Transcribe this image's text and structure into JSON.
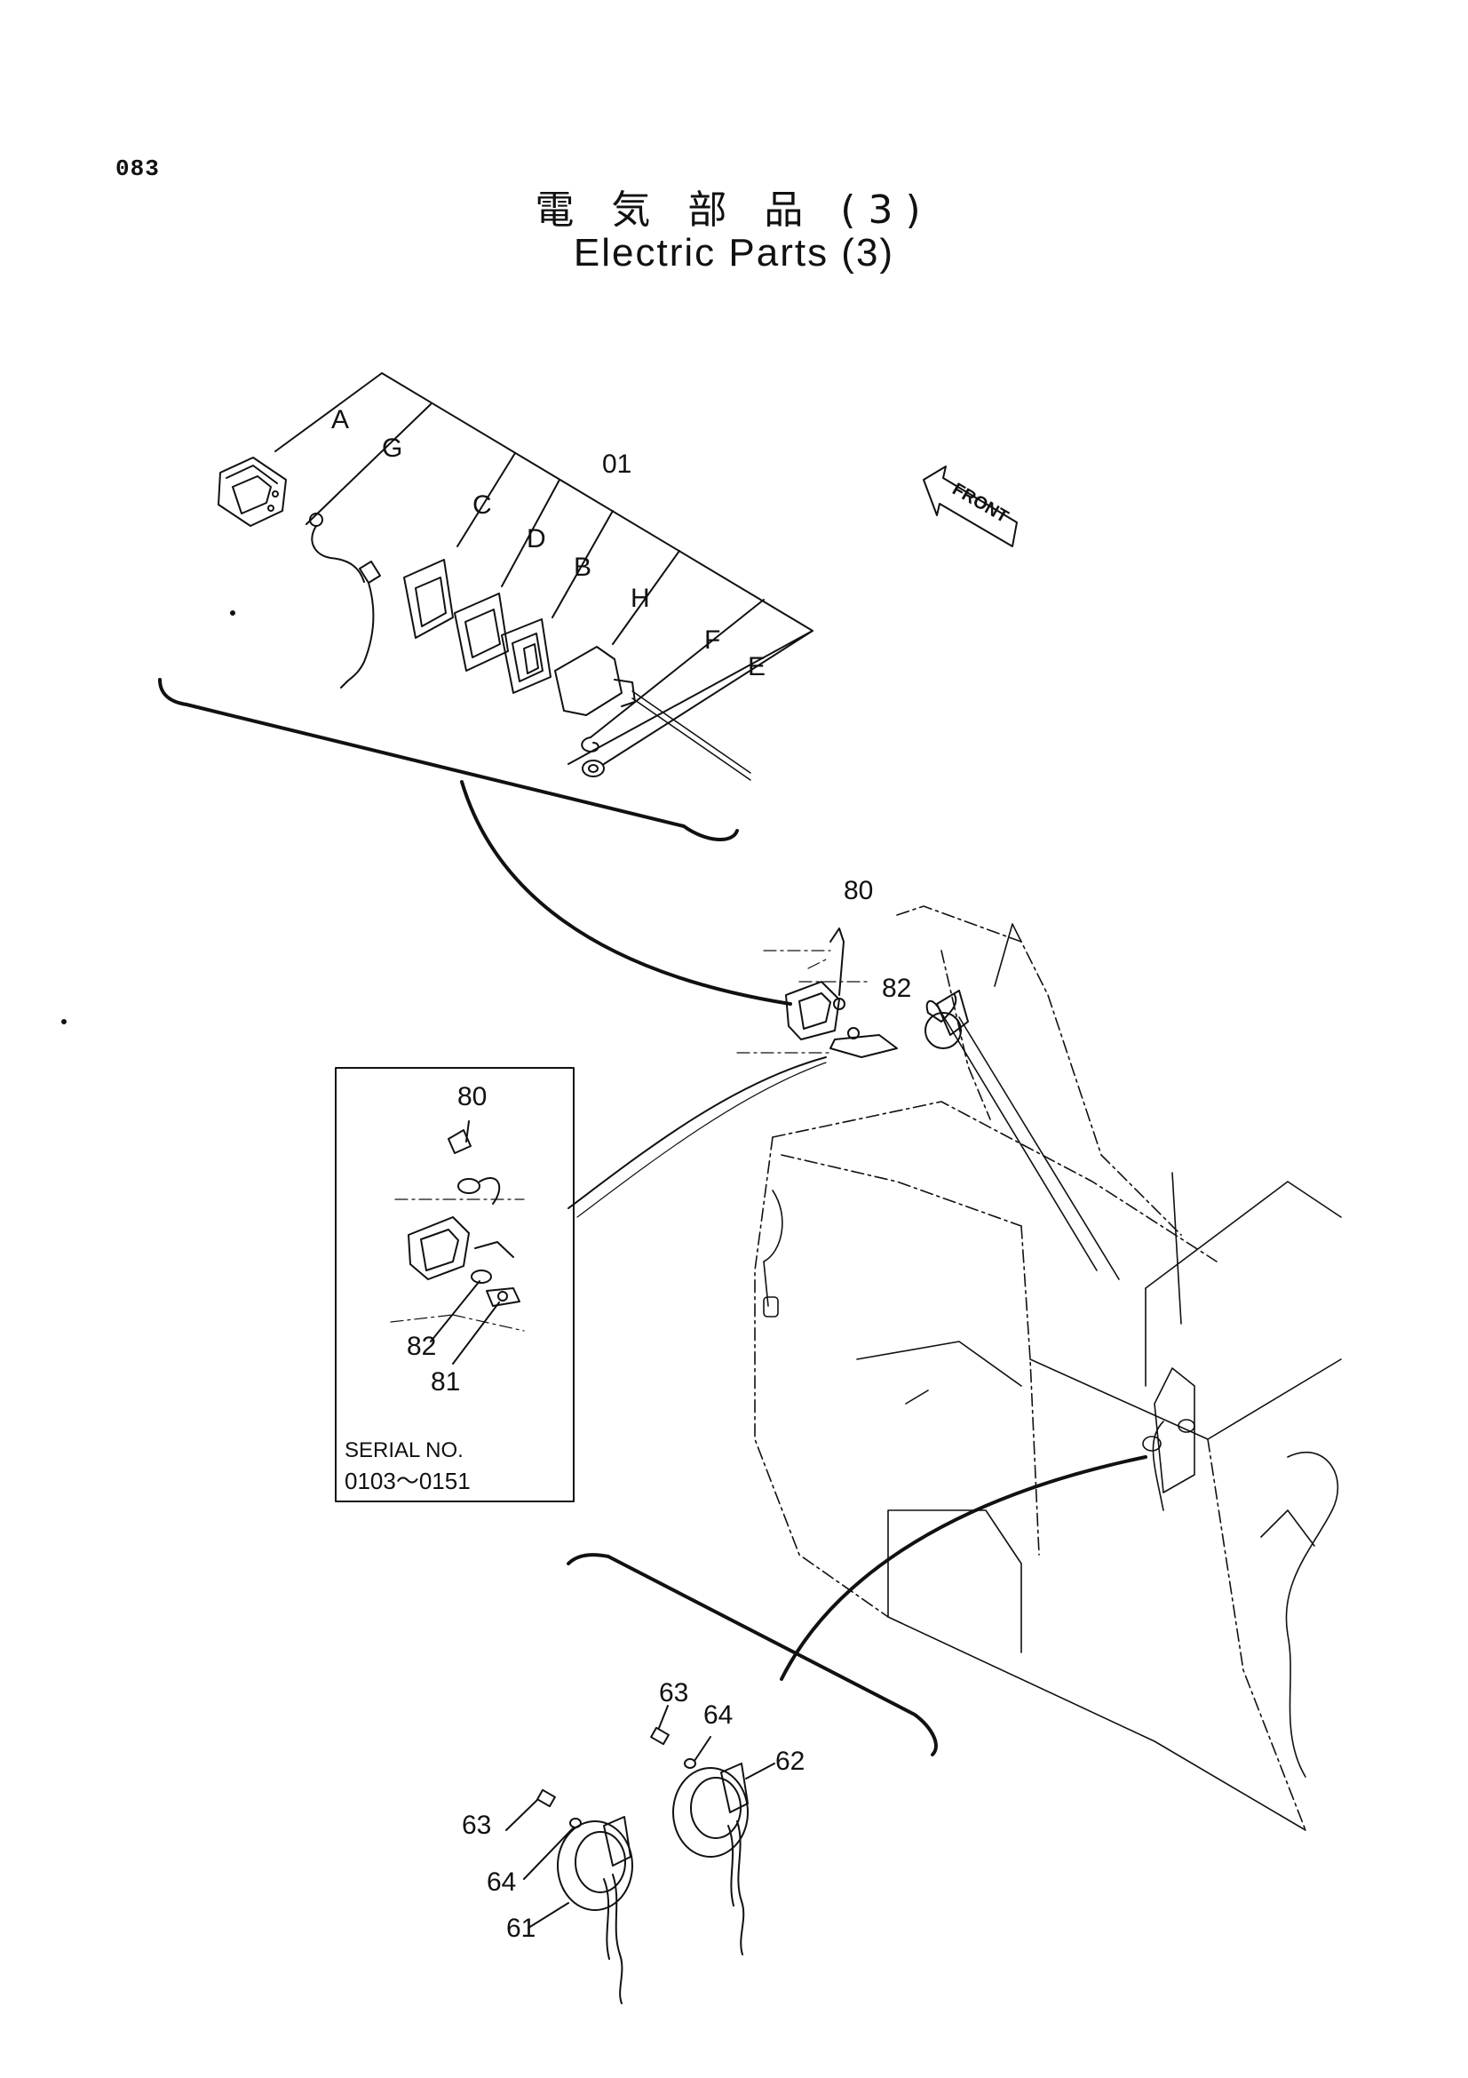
{
  "page": {
    "number": "083"
  },
  "title": {
    "japanese": "電 気 部 品  (3)",
    "english": "Electric Parts (3)"
  },
  "front_arrow": {
    "label": "FRONT",
    "icon": "front-direction-arrow-icon"
  },
  "lamp_assembly_labels": {
    "assembly": "01",
    "a": "A",
    "g": "G",
    "c": "C",
    "d": "D",
    "b": "B",
    "h": "H",
    "f": "F",
    "e": "E"
  },
  "main_labels": {
    "p80": "80",
    "p82": "82"
  },
  "inset": {
    "p80": "80",
    "p82": "82",
    "p81": "81",
    "serial_label": "SERIAL NO.",
    "serial_range": "0103～0151"
  },
  "horn_labels": {
    "p63_upper": "63",
    "p64_upper": "64",
    "p62": "62",
    "p63_lower": "63",
    "p64_lower": "64",
    "p61": "61"
  }
}
